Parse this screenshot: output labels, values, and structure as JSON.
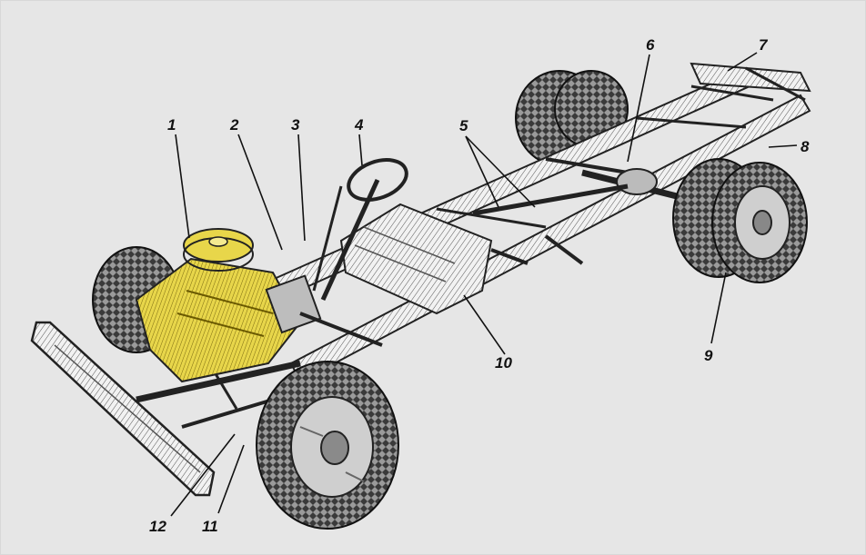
{
  "figure": {
    "colors": {
      "background": "#e6e6e6",
      "engine": "#e8d64a",
      "ink": "#1a1a1a",
      "tire": "#2b2b2b",
      "rim": "#cfcfcf"
    },
    "callouts": [
      {
        "id": "c1",
        "label": "1"
      },
      {
        "id": "c2",
        "label": "2"
      },
      {
        "id": "c3",
        "label": "3"
      },
      {
        "id": "c4",
        "label": "4"
      },
      {
        "id": "c5",
        "label": "5"
      },
      {
        "id": "c6",
        "label": "6"
      },
      {
        "id": "c7",
        "label": "7"
      },
      {
        "id": "c8",
        "label": "8"
      },
      {
        "id": "c9",
        "label": "9"
      },
      {
        "id": "c10",
        "label": "10"
      },
      {
        "id": "c11",
        "label": "11"
      },
      {
        "id": "c12",
        "label": "12"
      }
    ]
  }
}
